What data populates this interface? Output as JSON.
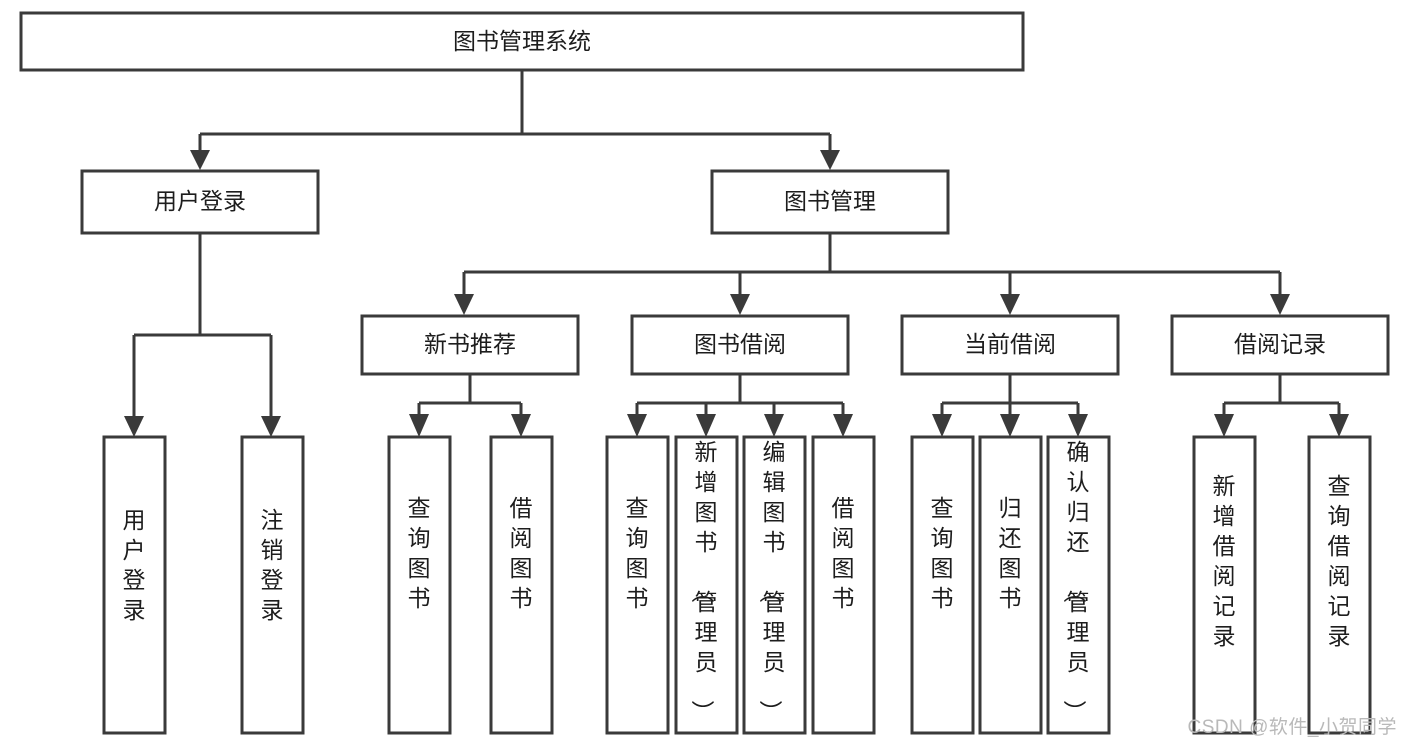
{
  "diagram": {
    "title": "图书管理系统",
    "type": "tree",
    "colors": {
      "box_stroke": "#3a3a3a",
      "box_fill": "#ffffff",
      "connector": "#3a3a3a",
      "text": "#1d1d1d",
      "watermark": "#b9b9b9",
      "background": "#ffffff"
    },
    "root": {
      "label": "图书管理系统"
    },
    "level2": [
      {
        "label": "用户登录"
      },
      {
        "label": "图书管理"
      }
    ],
    "level3": [
      {
        "label": "新书推荐"
      },
      {
        "label": "图书借阅"
      },
      {
        "label": "当前借阅"
      },
      {
        "label": "借阅记录"
      }
    ],
    "leaves": {
      "user_login": [
        {
          "label": "用户登录"
        },
        {
          "label": "注销登录"
        }
      ],
      "new_book_recommend": [
        {
          "label": "查询图书"
        },
        {
          "label": "借阅图书"
        }
      ],
      "book_borrow": [
        {
          "label": "查询图书"
        },
        {
          "label": "新增图书（管理员）"
        },
        {
          "label": "编辑图书（管理员）"
        },
        {
          "label": "借阅图书"
        }
      ],
      "current_borrow": [
        {
          "label": "查询图书"
        },
        {
          "label": "归还图书"
        },
        {
          "label": "确认归还（管理员）"
        }
      ],
      "borrow_record": [
        {
          "label": "新增借阅记录"
        },
        {
          "label": "查询借阅记录"
        }
      ]
    }
  },
  "watermark": {
    "text": "CSDN @软件_小贺同学"
  }
}
